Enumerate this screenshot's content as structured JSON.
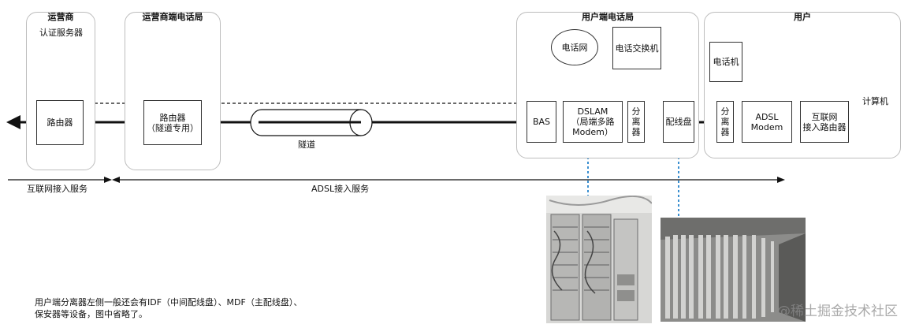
{
  "regions": {
    "carrier": "运营商",
    "carrier_office": "运营商端电话局",
    "user_office": "用户端电话局",
    "user": "用户"
  },
  "devices": {
    "auth_server": "认证服务器",
    "carrier_router": "路由器",
    "tunnel_router": "路由器\n（隧道专用）",
    "tunnel": "隧道",
    "phone_network": "电话网",
    "phone_switch": "电话交换机",
    "bas": "BAS",
    "dslam": "DSLAM\n（局端多路\nModem）",
    "splitter_office": "分离器",
    "distribution_frame": "配线盘",
    "telephone": "电话机",
    "splitter_user": "分离器",
    "adsl_modem": "ADSL\nModem",
    "internet_router": "互联网\n接入路由器",
    "computer": "计算机"
  },
  "services": {
    "internet": "互联网接入服务",
    "adsl": "ADSL接入服务"
  },
  "note": "用户端分离器左侧一般还会有IDF（中间配线盘）、MDF（主配线盘）、\n保安器等设备，图中省略了。",
  "watermark": "@稀土掘金技术社区",
  "colors": {
    "line": "#111111",
    "region_border": "#bdbdbd",
    "connector": "#3a8fd0"
  }
}
